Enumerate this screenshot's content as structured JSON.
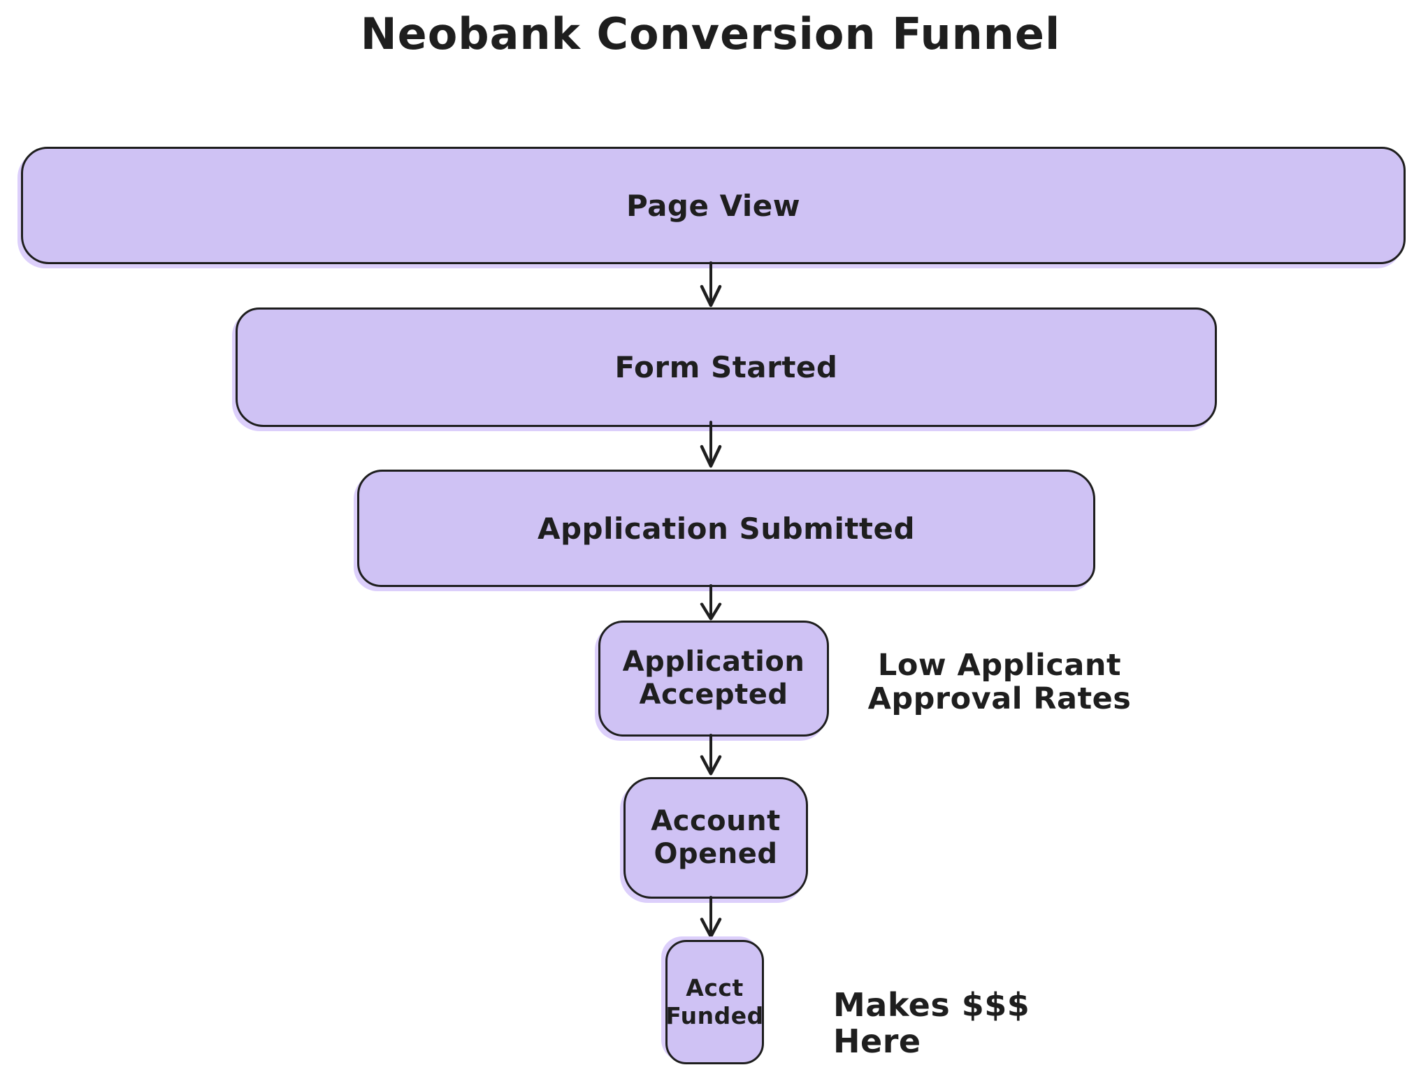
{
  "title": "Neobank Conversion Funnel",
  "funnel": {
    "stages": [
      {
        "label": "Page View"
      },
      {
        "label": "Form Started"
      },
      {
        "label": "Application Submitted"
      },
      {
        "label": "Application Accepted"
      },
      {
        "label": "Account Opened"
      },
      {
        "label": "Acct Funded"
      }
    ]
  },
  "annotations": {
    "approval": {
      "lines": [
        "Low Applicant",
        "Approval Rates"
      ]
    },
    "revenue": {
      "label": "Makes $$$ Here"
    }
  },
  "icons": {
    "connector": "down-arrow-icon"
  },
  "colors": {
    "shape_fill": "#cfc2f4",
    "shape_stroke": "#1e1e1e",
    "fill_spill": "#dccffb",
    "text": "#1e1e1e",
    "background": "#ffffff"
  }
}
